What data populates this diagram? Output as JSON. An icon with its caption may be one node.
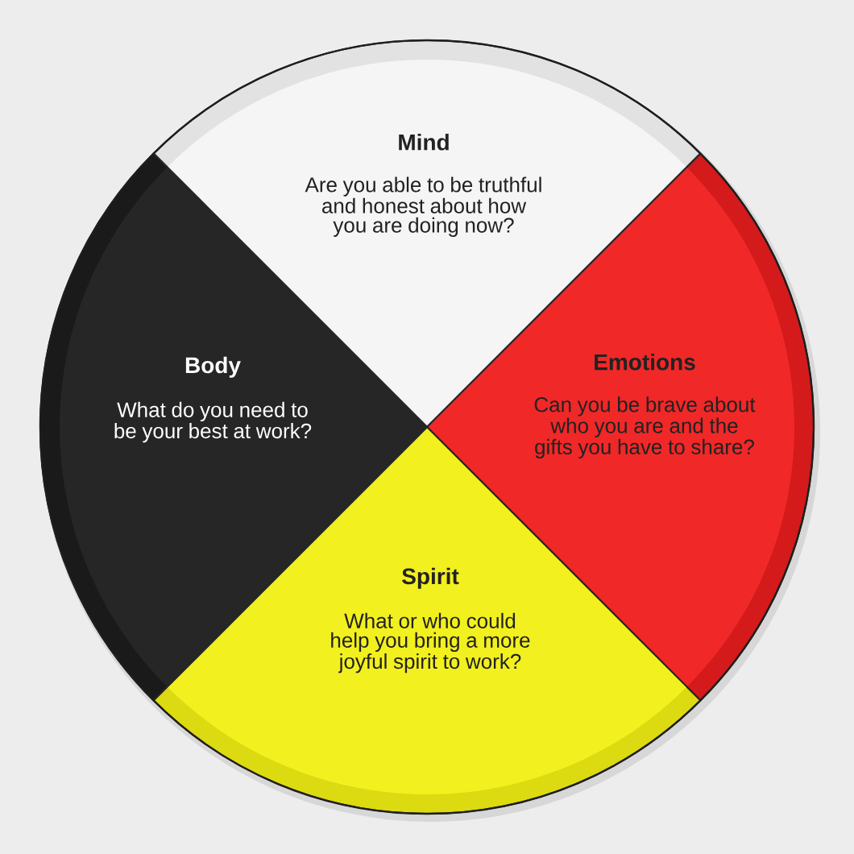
{
  "diagram": {
    "nodes": [
      {
        "text": [
          "Mind",
          "Are you able to be truthful and honest about how you are doing now?"
        ]
      },
      {
        "text": [
          "Emotions",
          "Can you be brave about who you are and the gifts you have to share?"
        ]
      },
      {
        "text": [
          "Spirit",
          "What or who could help you bring a more joyful spirit to work?"
        ]
      },
      {
        "text": [
          "Body",
          "What do you need to be your best at work?"
        ]
      }
    ]
  }
}
